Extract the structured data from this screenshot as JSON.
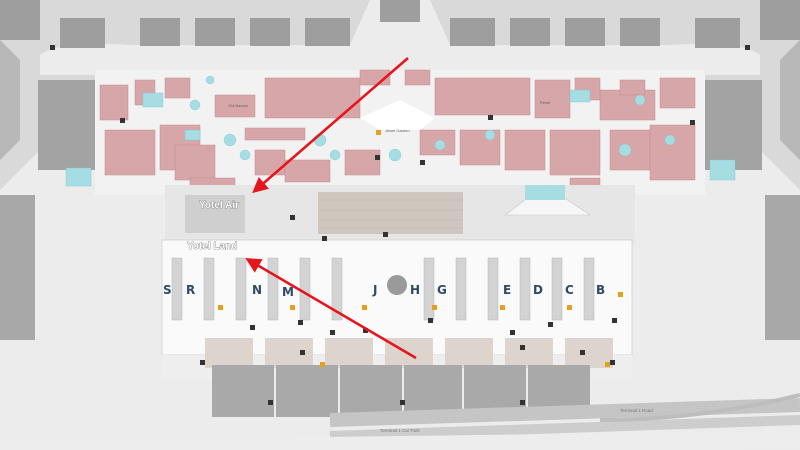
{
  "hotels": {
    "air_label": "Yotel Air",
    "land_label": "Yotel Land"
  },
  "check_in_rows": [
    "S",
    "R",
    "N",
    "M",
    "J",
    "H",
    "G",
    "E",
    "D",
    "C",
    "B"
  ],
  "poi_labels": {
    "old_bazaar": "Old Bazaar",
    "jewel_garden": "Jewel Garden",
    "retail_right": "Retail"
  },
  "road_labels": {
    "departures": "Terminal 1 Road",
    "lower": "Terminal 1 Car Park"
  },
  "colors": {
    "arrow": "#e5161e",
    "retail": "#d7a6a8",
    "water": "#a5dde3",
    "building": "#bdbdbd",
    "floor": "#f4f4f4",
    "letter": "#2d4a66"
  }
}
